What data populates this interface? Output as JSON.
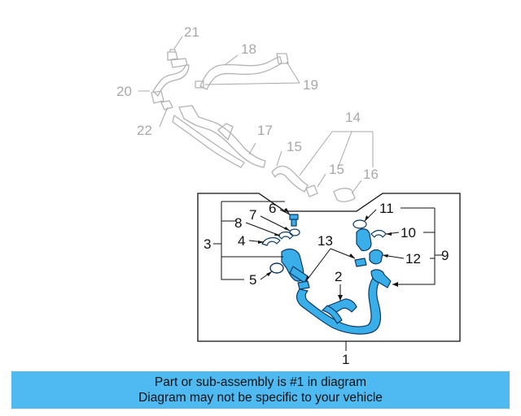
{
  "callouts": {
    "c1": "1",
    "c2": "2",
    "c3": "3",
    "c4": "4",
    "c5": "5",
    "c6": "6",
    "c7": "7",
    "c8": "8",
    "c9": "9",
    "c10": "10",
    "c11": "11",
    "c12": "12",
    "c13": "13",
    "c14": "14",
    "c15a": "15",
    "c15b": "15",
    "c16": "16",
    "c17": "17",
    "c18": "18",
    "c19": "19",
    "c20": "20",
    "c21": "21",
    "c22": "22"
  },
  "banner": {
    "line1": "Part or sub-assembly is #1 in diagram",
    "line2": "Diagram may not be specific to your vehicle"
  },
  "colors": {
    "highlight": "#4fb9f2",
    "part_fill": "#3aaee8",
    "ghost": "#b0b0b0",
    "line": "#111111"
  }
}
